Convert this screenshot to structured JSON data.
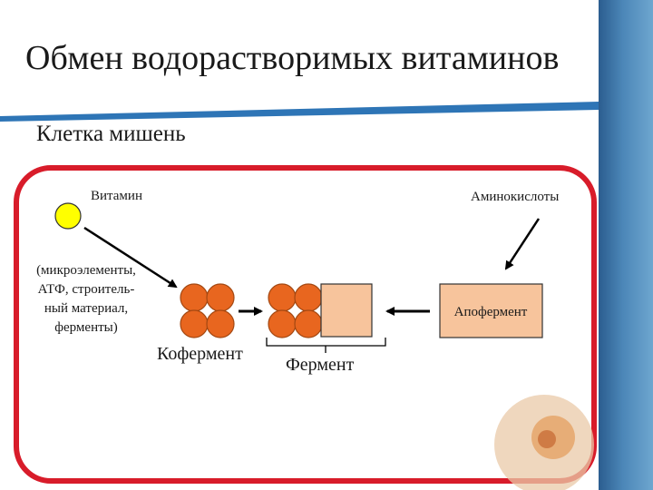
{
  "title": "Обмен водорастворимых витаминов",
  "subtitle": "Клетка мишень",
  "labels": {
    "vitamin": "Витамин",
    "amino_acids": "Аминокислоты",
    "precursors": [
      "(микроэлементы,",
      "АТФ, строитель-",
      "ный материал,",
      "ферменты)"
    ],
    "coenzyme": "Кофермент",
    "enzyme": "Фермент",
    "apoenzyme": "Апофермент"
  },
  "colors": {
    "cell_border": "#d81c2a",
    "accent_bar": "#2e75b6",
    "vitamin_circle": "#ffff00",
    "coenzyme_circle": "#e8661f",
    "apoenzyme_fill": "#f7c49c",
    "background_strip": "#3f78ad"
  }
}
